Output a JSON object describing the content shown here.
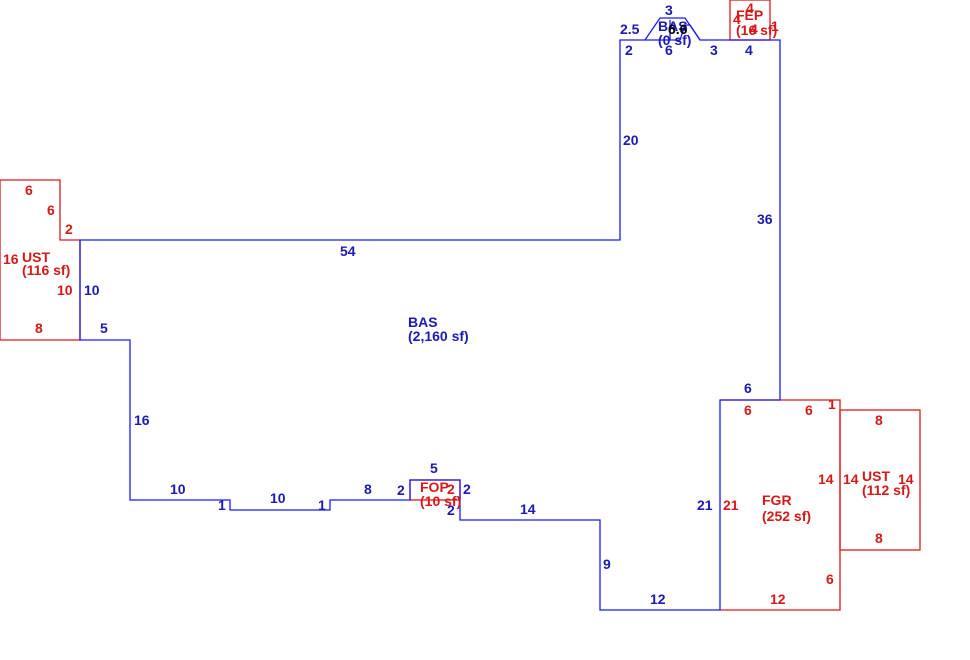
{
  "colors": {
    "living": "#1a1ab4",
    "other": "#d81818"
  },
  "areas": {
    "bas_main": {
      "name": "BAS",
      "size": "(2,160 sf)"
    },
    "bas_small": {
      "name": "BAS",
      "size": "(0 sf)",
      "dim": "6.6"
    },
    "fep": {
      "name": "FEP",
      "size": "(16 sf)"
    },
    "ust_left": {
      "name": "UST",
      "size": "(116 sf)"
    },
    "ust_right": {
      "name": "UST",
      "size": "(112 sf)"
    },
    "fgr": {
      "name": "FGR",
      "size": "(252 sf)"
    },
    "fop": {
      "name": "FOP",
      "size": "(10 sf)"
    }
  },
  "dims": {
    "b_top2": "2",
    "b_top25": "2.5",
    "b_top3": "3",
    "b_top6": "6",
    "b_top3b": "3",
    "b_top4": "4",
    "b_20": "20",
    "b_36": "36",
    "b_54": "54",
    "b_10": "10",
    "b_5": "5",
    "b_16": "16",
    "b_10a": "10",
    "b_1a": "1",
    "b_10b": "10",
    "b_1b": "1",
    "b_8": "8",
    "b_2a": "2",
    "b_5b": "5",
    "b_2b": "2",
    "b_2c": "2",
    "b_14": "14",
    "b_9": "9",
    "b_12": "12",
    "b_21": "21",
    "b_6": "6",
    "r_6a": "6",
    "r_6b": "6",
    "r_2": "2",
    "r_16": "16",
    "r_10": "10",
    "r_8": "8",
    "r_fep4": "4",
    "r_fep4a": "4",
    "r_fep4b": "4",
    "r_fep1": "1",
    "r_6c": "6",
    "r_6d": "6",
    "r_1": "1",
    "r_21": "21",
    "r_12": "12",
    "r_6e": "6",
    "r_8a": "8",
    "r_14a": "14",
    "r_14b": "14",
    "r_14c": "14",
    "r_8b": "8",
    "r_fop2": "2"
  }
}
